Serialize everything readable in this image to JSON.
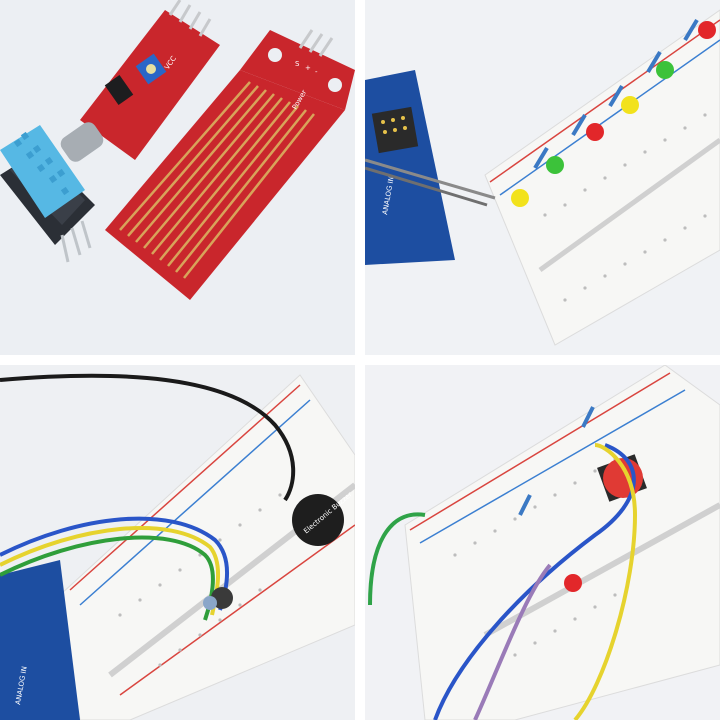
{
  "panels": [
    {
      "id": "sensors",
      "labels": {
        "water_sensor_pins": [
          "S",
          "+",
          "-"
        ],
        "water_sensor_power": "Power",
        "sound_module_label": "VCC"
      }
    },
    {
      "id": "traffic-leds",
      "labels": {
        "board_text": "ANALOG IN"
      }
    },
    {
      "id": "buzzer-ir",
      "labels": {
        "board_text": "ANALOG IN",
        "buzzer_text": "Electronic Buzzer"
      }
    },
    {
      "id": "button-led",
      "labels": {}
    }
  ],
  "colors": {
    "breadboard": "#f7f7f5",
    "rail_red": "#d9453f",
    "rail_blue": "#3b7fd1",
    "arduino": "#1d4ea1",
    "sensor_red": "#c9262c",
    "dht_blue": "#56b8e4"
  }
}
